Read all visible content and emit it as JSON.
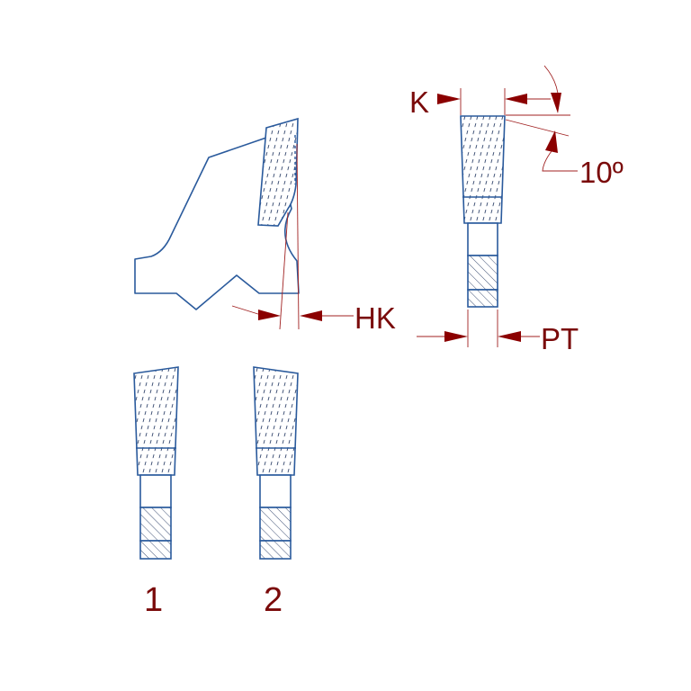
{
  "diagram": {
    "labels": {
      "k": "K",
      "hk": "HK",
      "pt": "PT",
      "angle": "10º",
      "variant_1": "1",
      "variant_2": "2"
    },
    "colors": {
      "outline": "#2a5a9c",
      "dimension": "#a02020",
      "label": "#7a0a0a",
      "background": "#ffffff"
    }
  }
}
